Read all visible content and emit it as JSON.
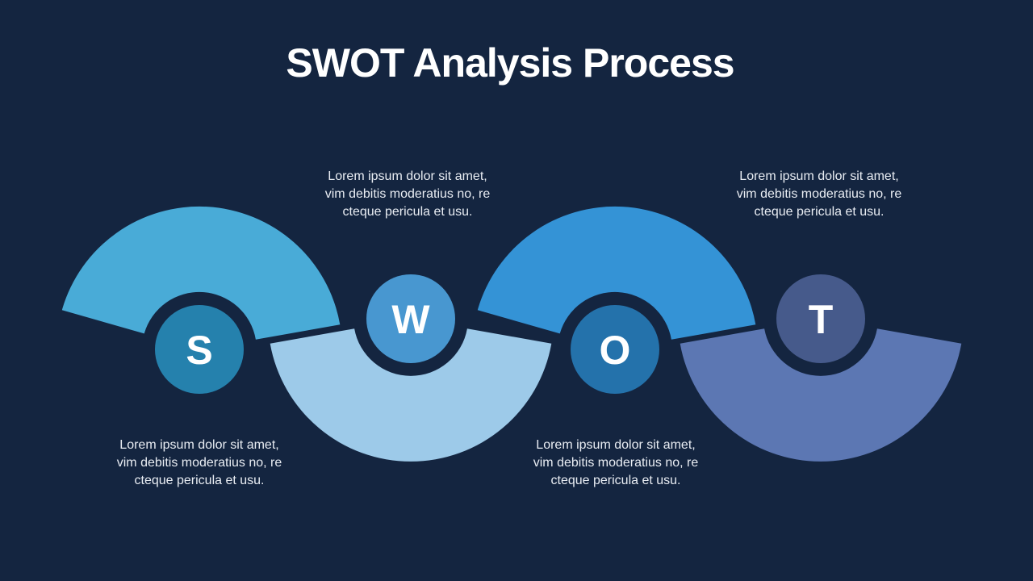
{
  "slide": {
    "title": "SWOT Analysis Process",
    "background_color": "#142540",
    "title_color": "#FFFFFF",
    "letter_color": "#FFFFFF",
    "body_text_color": "#E9EDF3"
  },
  "sections": [
    {
      "letter": "S",
      "fan_color": "#49ABD7",
      "circle_color": "#2581AD",
      "description_lines": [
        "Lorem ipsum dolor sit amet,",
        "vim debitis moderatius no, re",
        "cteque pericula et usu."
      ]
    },
    {
      "letter": "W",
      "fan_color": "#9DCAE9",
      "circle_color": "#4897D0",
      "description_lines": [
        "Lorem ipsum dolor sit amet,",
        "vim debitis moderatius no, re",
        "cteque pericula et usu."
      ]
    },
    {
      "letter": "O",
      "fan_color": "#3493D6",
      "circle_color": "#2472AB",
      "description_lines": [
        "Lorem ipsum dolor sit amet,",
        "vim debitis moderatius no, re",
        "cteque pericula et usu."
      ]
    },
    {
      "letter": "T",
      "fan_color": "#5C77B3",
      "circle_color": "#465A8B",
      "description_lines": [
        "Lorem ipsum dolor sit amet,",
        "vim debitis moderatius no, re",
        "cteque pericula et usu."
      ]
    }
  ]
}
